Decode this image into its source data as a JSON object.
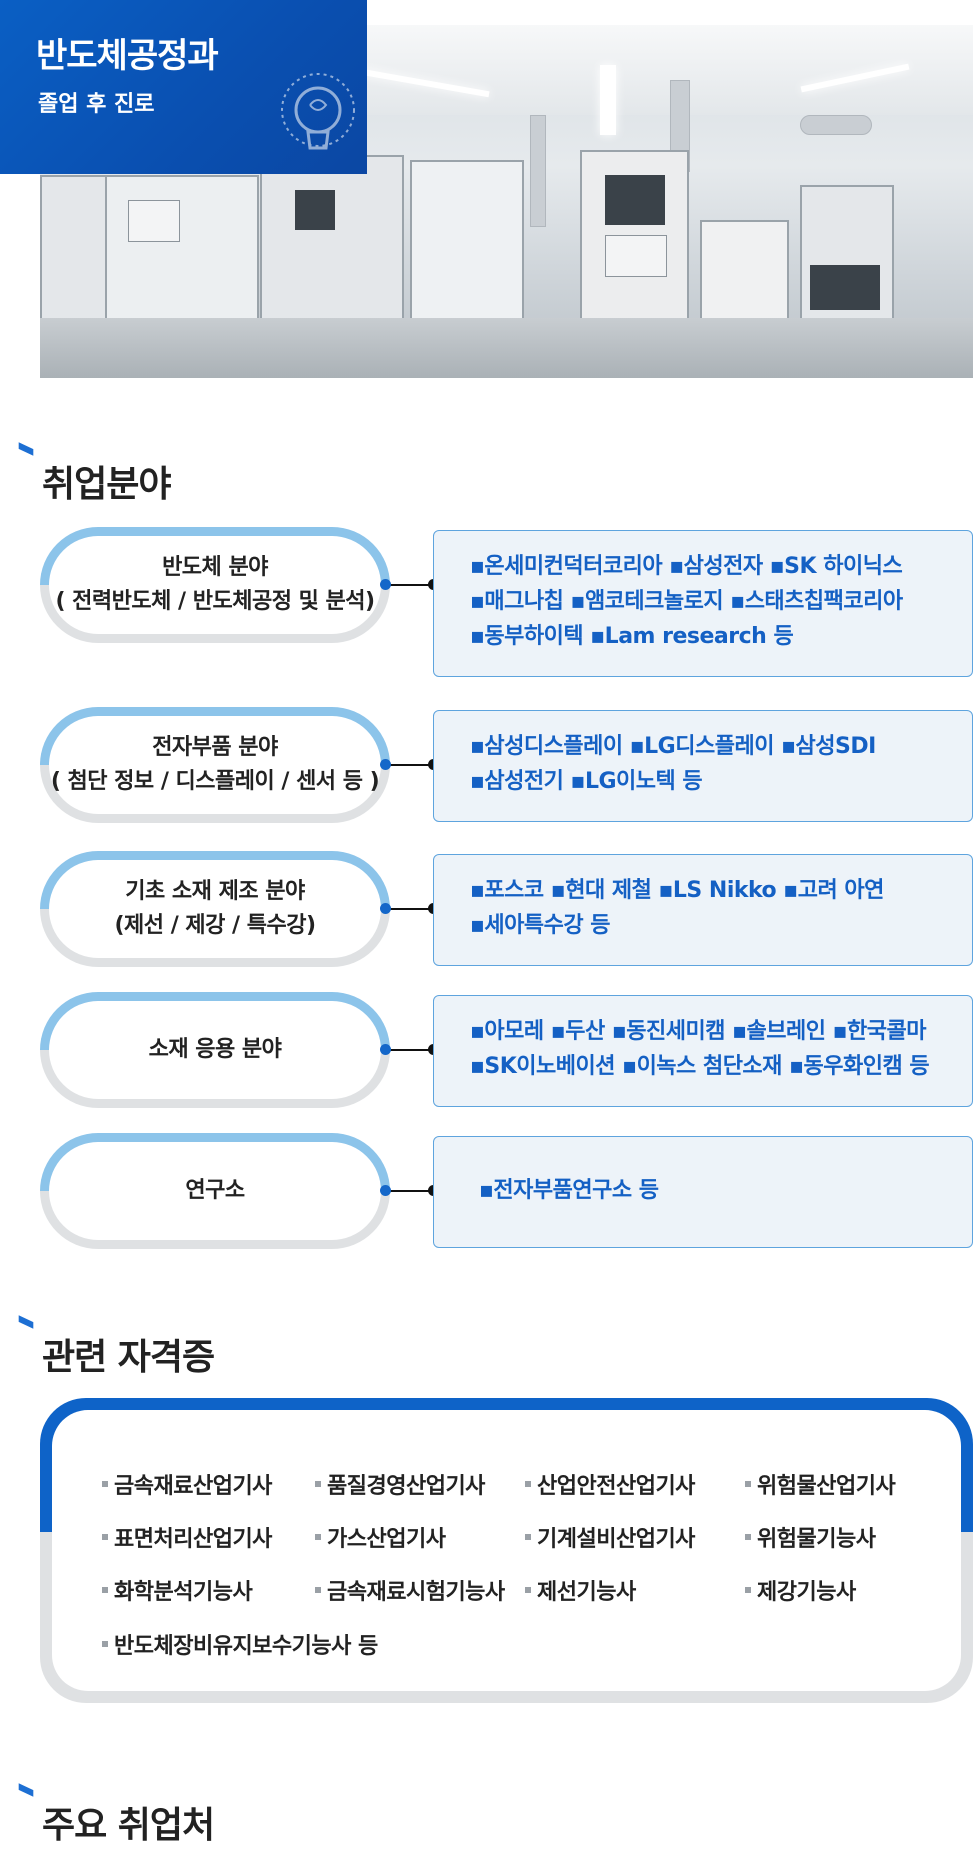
{
  "hero": {
    "title": "반도체공정과",
    "subtitle": "졸업 후 진로"
  },
  "sections": {
    "employment": "취업분야",
    "certificates": "관련 자격증",
    "employers": "주요 취업처"
  },
  "fields": [
    {
      "title": "반도체 분야",
      "subtitle": "( 전력반도체 / 반도체공정 및 분석)",
      "lines": [
        "▪온세미컨덕터코리아  ▪삼성전자  ▪SK 하이닉스",
        "▪매그나칩  ▪앰코테크놀로지  ▪스태츠칩팩코리아",
        "▪동부하이텍  ▪Lam research 등"
      ]
    },
    {
      "title": "전자부품 분야",
      "subtitle": "( 첨단 정보 / 디스플레이 / 센서 등 )",
      "lines": [
        "▪삼성디스플레이  ▪LG디스플레이  ▪삼성SDI",
        "▪삼성전기  ▪LG이노텍 등"
      ]
    },
    {
      "title": "기초 소재 제조 분야",
      "subtitle": "(제선 / 제강 / 특수강)",
      "lines": [
        "▪포스코  ▪현대 제철  ▪LS Nikko  ▪고려 아연",
        "▪세아특수강 등"
      ]
    },
    {
      "title": "소재 응용 분야",
      "subtitle": "",
      "lines": [
        "▪아모레  ▪두산  ▪동진세미캠  ▪솔브레인  ▪한국콜마",
        "▪SK이노베이션  ▪이녹스 첨단소재  ▪동우화인캠 등"
      ]
    },
    {
      "title": "연구소",
      "subtitle": "",
      "lines": [
        "▪전자부품연구소 등"
      ]
    }
  ],
  "certificates": [
    "금속재료산업기사",
    "품질경영산업기사",
    "산업안전산업기사",
    "위험물산업기사",
    "표면처리산업기사",
    "가스산업기사",
    "기계설비산업기사",
    "위험물기능사",
    "화학분석기능사",
    "금속재료시험기능사",
    "제선기능사",
    "제강기능사",
    "반도체장비유지보수기능사 등"
  ],
  "colors": {
    "primary_blue": "#0e63c8",
    "light_blue": "#8cc4ea",
    "info_bg": "#edf3f9",
    "info_text": "#1460c4",
    "gray": "#dfe1e3"
  }
}
